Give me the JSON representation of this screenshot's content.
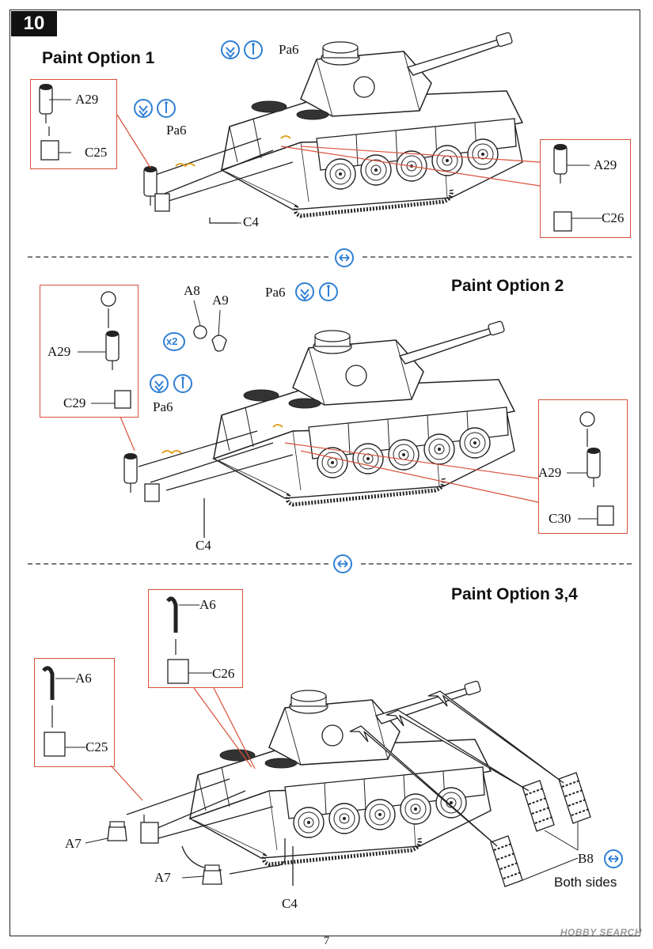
{
  "step_number": "10",
  "page_number": "7",
  "watermark": "HOBBY SEARCH",
  "sections": [
    {
      "heading": "Paint Option 1",
      "labels": {
        "pa6_top": "Pa6",
        "pa6_left": "Pa6",
        "a29_left": "A29",
        "c25": "C25",
        "a29_right": "A29",
        "c26": "C26",
        "c4": "C4"
      }
    },
    {
      "heading": "Paint Option 2",
      "labels": {
        "a8": "A8",
        "a9": "A9",
        "x2": "x2",
        "pa6_top": "Pa6",
        "pa6_left": "Pa6",
        "a29_left": "A29",
        "c29": "C29",
        "a29_right": "A29",
        "c30": "C30",
        "c4": "C4"
      }
    },
    {
      "heading": "Paint Option 3,4",
      "labels": {
        "a6_upper": "A6",
        "c26": "C26",
        "a6_left": "A6",
        "c25": "C25",
        "a7_upper": "A7",
        "a7_lower": "A7",
        "c4": "C4",
        "b8": "B8",
        "both_sides": "Both sides"
      }
    }
  ],
  "colors": {
    "callout_border": "#d9503a",
    "icon_blue": "#2f7fd4",
    "glue_orange": "#e0a020",
    "line": "#222222"
  }
}
